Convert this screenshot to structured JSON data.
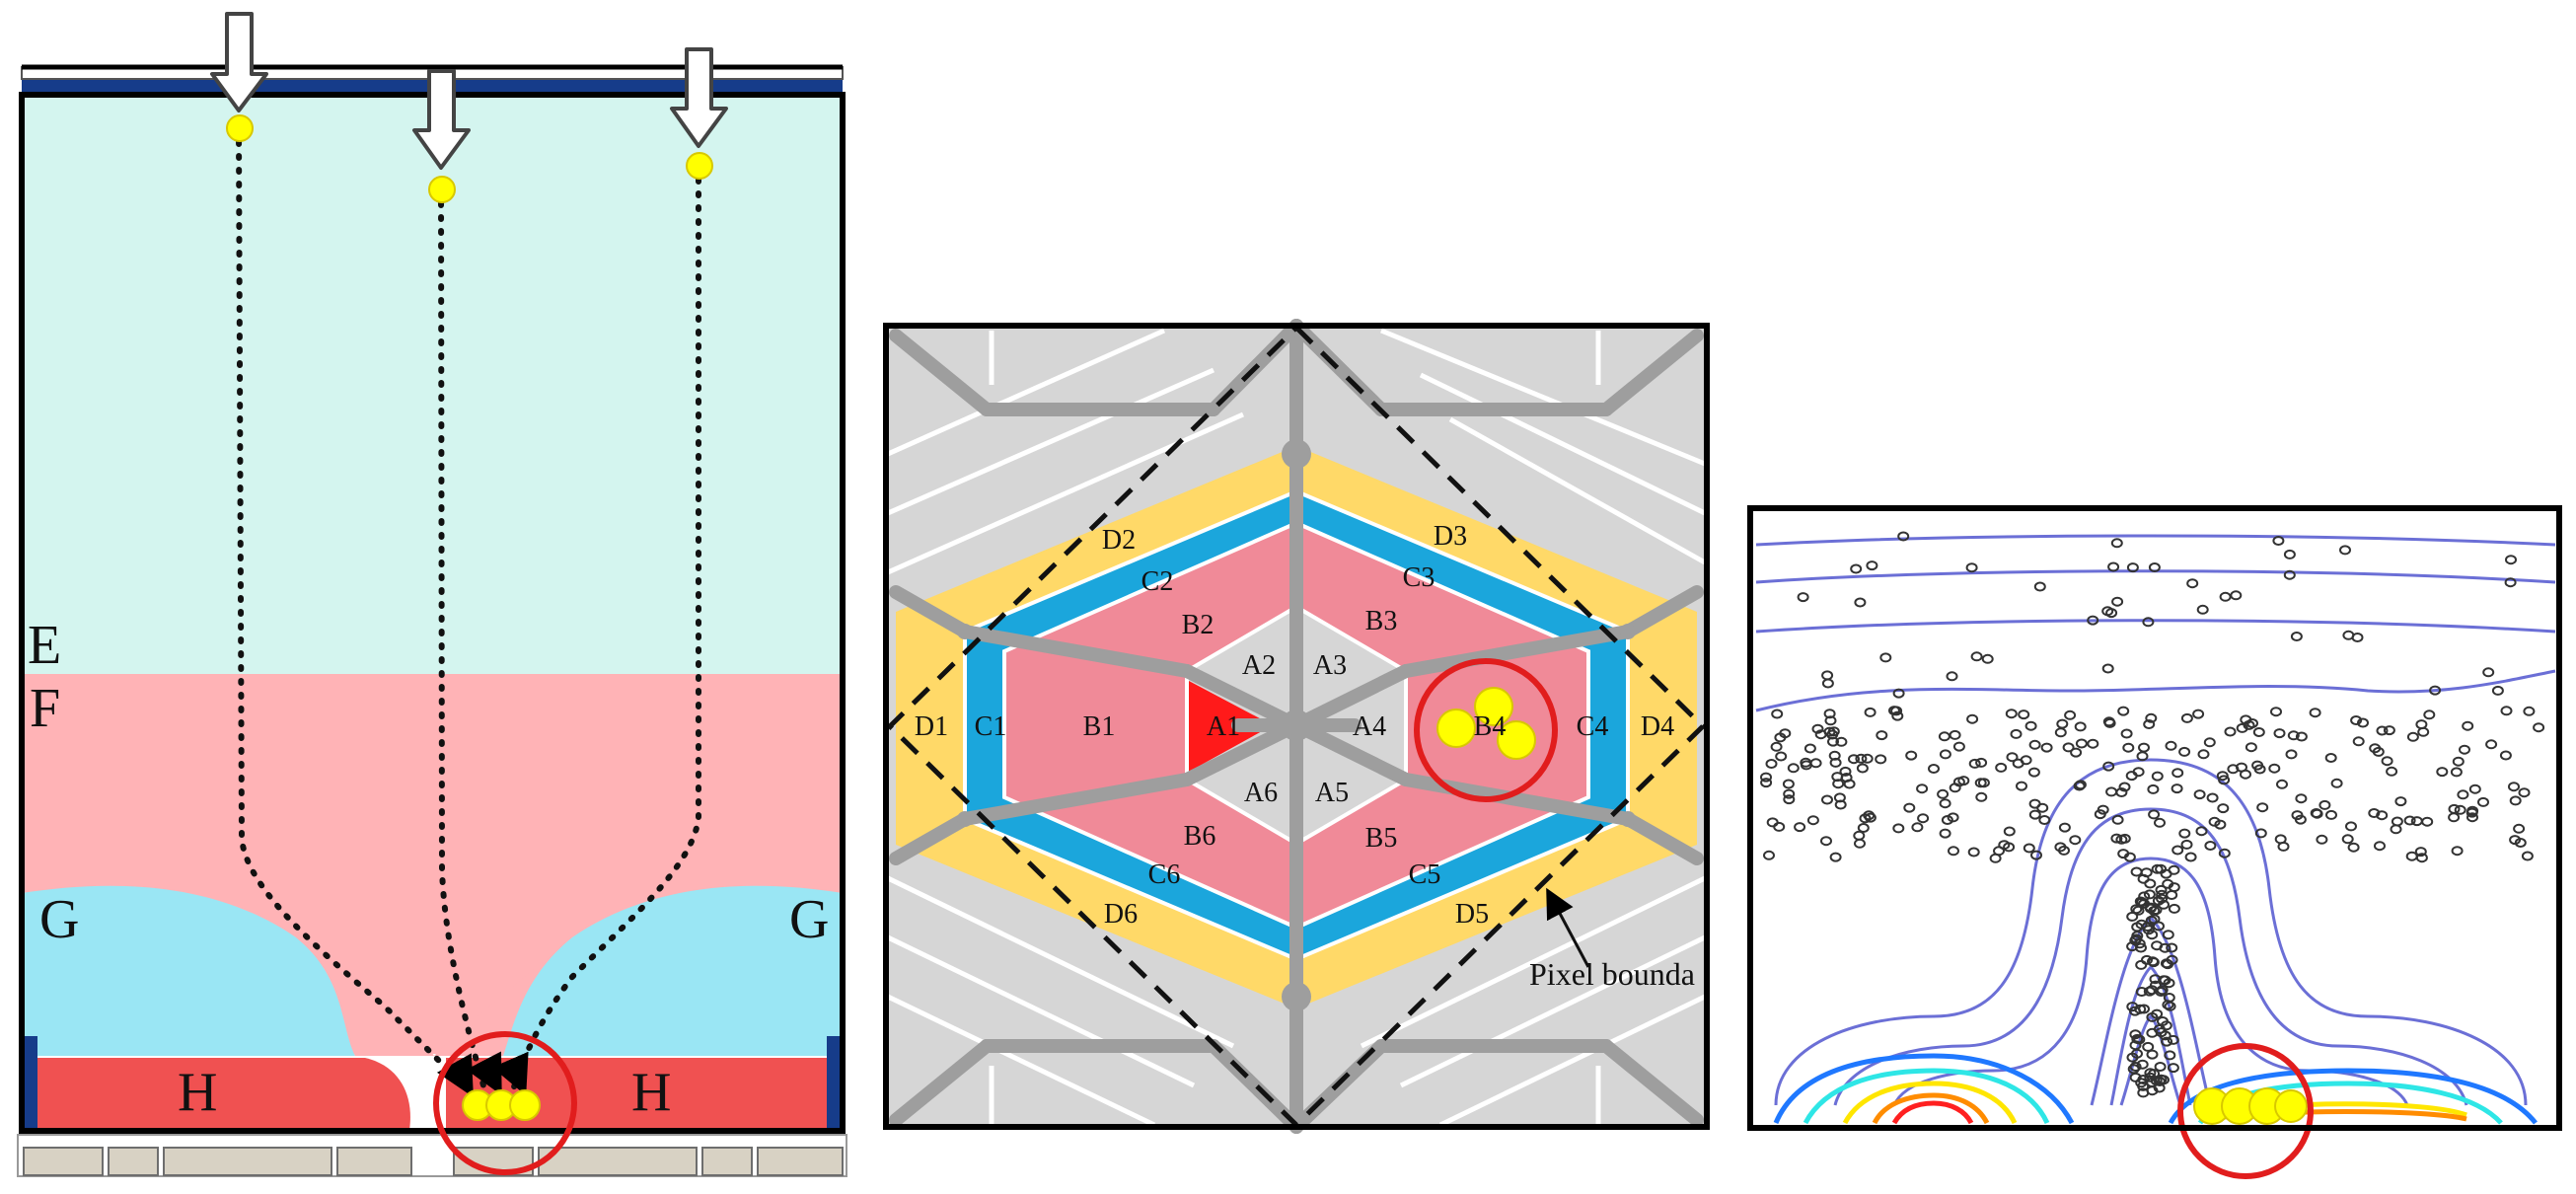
{
  "panel1": {
    "region_labels": {
      "E": "E",
      "F": "F",
      "G_left": "G",
      "G_right": "G",
      "H_left": "H",
      "H_right": "H"
    },
    "colors": {
      "region_E": "#d4f5ef",
      "region_F": "#ffb3b6",
      "region_G": "#9ae6f4",
      "region_H": "#f05151",
      "electrode": "#163c8a",
      "charge": "#ffff00",
      "highlight": "#e11d1d"
    }
  },
  "panel2": {
    "cells": {
      "A1": "A1",
      "A2": "A2",
      "A3": "A3",
      "A4": "A4",
      "A5": "A5",
      "A6": "A6",
      "B1": "B1",
      "B2": "B2",
      "B3": "B3",
      "B4": "B4",
      "B5": "B5",
      "B6": "B6",
      "C1": "C1",
      "C2": "C2",
      "C3": "C3",
      "C4": "C4",
      "C5": "C5",
      "C6": "C6",
      "D1": "D1",
      "D2": "D2",
      "D3": "D3",
      "D4": "D4",
      "D5": "D5",
      "D6": "D6"
    },
    "annotation": "Pixel bounda",
    "colors": {
      "ring_A": "#d6d6d6",
      "ring_B": "#f08a98",
      "ring_C": "#1ba6dc",
      "ring_D": "#ffd968",
      "selected_cell": "#ff1a1a",
      "background_cells": "#d6d6d6",
      "walls": "#9e9e9e"
    }
  },
  "panel3": {
    "colors": {
      "contour": "#6b6fd6",
      "charge": "#ffff00",
      "highlight": "#e11d1d"
    }
  }
}
